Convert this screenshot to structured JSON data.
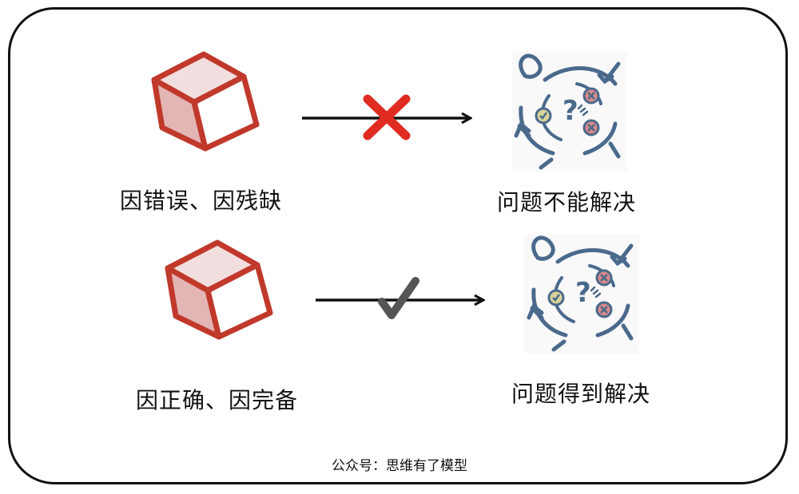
{
  "rows": [
    {
      "cause_label": "因错误、因残缺",
      "mark": "cross-mark",
      "result_label": "问题不能解决"
    },
    {
      "cause_label": "因正确、因完备",
      "mark": "check-mark",
      "result_label": "问题得到解决"
    }
  ],
  "footer": {
    "caption": "公众号：思维有了模型"
  },
  "colors": {
    "cube_stroke": "#c0392b",
    "cube_top": "#f2dede",
    "cube_left": "#e3b5b5",
    "cross": "#e02b20",
    "check": "#555555",
    "icon_blue": "#4a6a8c",
    "icon_red": "#d98a8a",
    "icon_yellow": "#d8d49a"
  }
}
